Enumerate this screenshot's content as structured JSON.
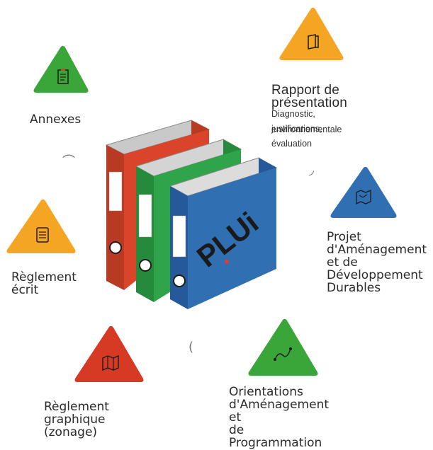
{
  "colors": {
    "orange": "#f5a524",
    "green": "#3aa63a",
    "red": "#d63a25",
    "binder_red": "#d9442a",
    "binder_green": "#2fa44a",
    "binder_blue": "#2f6fb2",
    "binder_text": "#1a1a1a",
    "accent_red": "#e53b2e"
  },
  "items": [
    {
      "id": "annexes",
      "label": "Annexes",
      "icon": "document-icon"
    },
    {
      "id": "rapport",
      "label": "Rapport de présentation",
      "subtitle_line1": "Diagnostic, justifications, évaluation",
      "subtitle_line2": "environnementale",
      "icon": "book-icon"
    },
    {
      "id": "padd",
      "label": "Projet\nd'Aménagement\net de\nDéveloppement\nDurables",
      "icon": "map-sketch-icon"
    },
    {
      "id": "reglement_ecrit",
      "label": "Règlement\nécrit",
      "icon": "list-icon"
    },
    {
      "id": "reglement_graphique",
      "label": "Règlement\ngraphique (zonage)",
      "icon": "map-icon"
    },
    {
      "id": "oap",
      "label": "Orientations\nd'Aménagement et\nde Programmation",
      "icon": "route-icon"
    }
  ],
  "binder": {
    "text": "PLUi"
  }
}
